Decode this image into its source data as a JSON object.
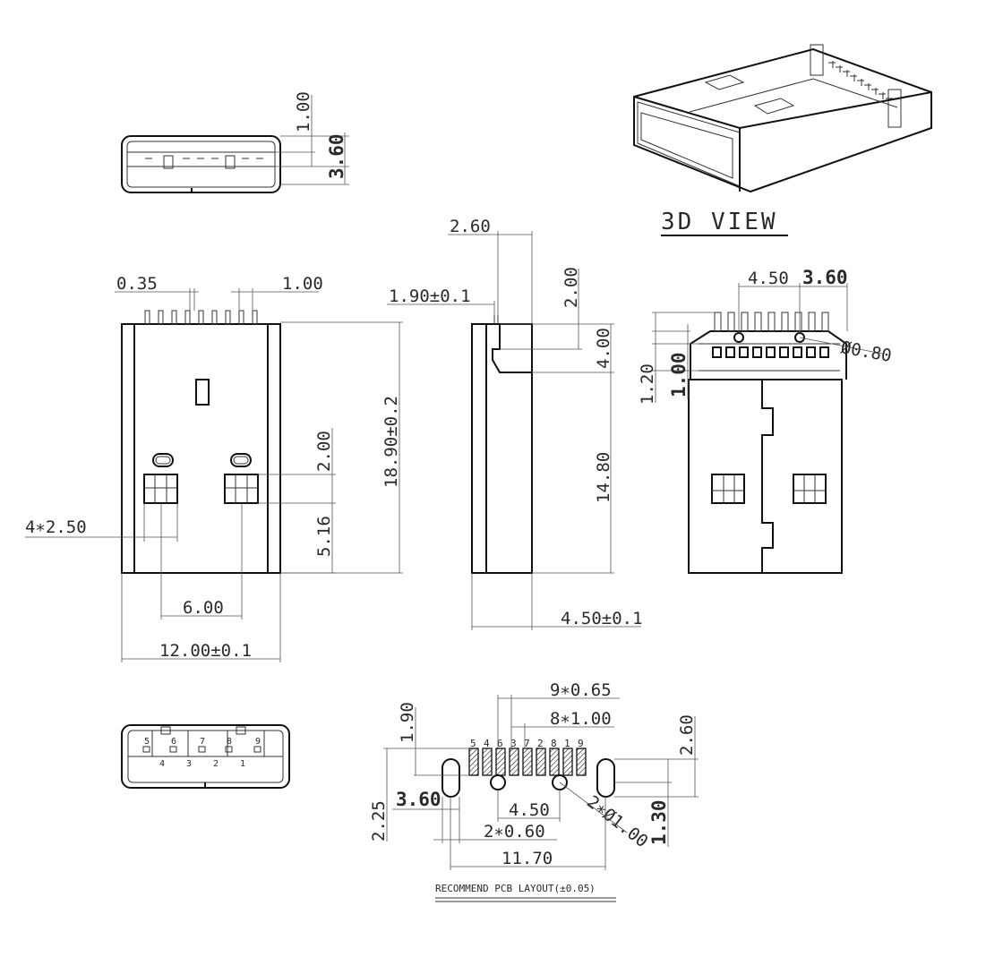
{
  "labels": {
    "view_3d": "3D VIEW",
    "pcb_title": "RECOMMEND PCB LAYOUT(±0.05)"
  },
  "front_view": {
    "dim_1_00": "1.00",
    "dim_3_60": "3.60",
    "pin_numbers_top": [
      "5",
      "6",
      "7",
      "8",
      "9"
    ],
    "pin_numbers_bottom": [
      "4",
      "3",
      "2",
      "1"
    ]
  },
  "top_view": {
    "dim_0_35": "0.35",
    "dim_1_00": "1.00",
    "dim_18_90": "18.90±0.2",
    "dim_2_00": "2.00",
    "dim_5_16": "5.16",
    "dim_4x2_50": "4∗2.50",
    "dim_6_00": "6.00",
    "dim_12_00": "12.00±0.1"
  },
  "side_view": {
    "dim_2_60": "2.60",
    "dim_1_90": "1.90±0.1",
    "dim_2_00": "2.00",
    "dim_4_00": "4.00",
    "dim_14_80": "14.80",
    "dim_4_50": "4.50±0.1"
  },
  "bottom_view": {
    "dim_4_50": "4.50",
    "dim_3_60": "3.60",
    "dim_phi_0_80": "Ø0.80",
    "dim_1_20": "1.20",
    "dim_1_00": "1.00"
  },
  "pcb_layout": {
    "dim_9x0_65": "9∗0.65",
    "dim_8x1_00": "8∗1.00",
    "dim_1_90": "1.90",
    "dim_2_60": "2.60",
    "dim_2_25": "2.25",
    "dim_3_60": "3.60",
    "dim_4_50": "4.50",
    "dim_2x0_60": "2∗0.60",
    "dim_2x_phi_1_00": "2∗Ø1.00",
    "dim_1_30": "1.30",
    "dim_11_70": "11.70",
    "pad_numbers": [
      "5",
      "4",
      "6",
      "3",
      "7",
      "2",
      "8",
      "1",
      "9"
    ]
  }
}
